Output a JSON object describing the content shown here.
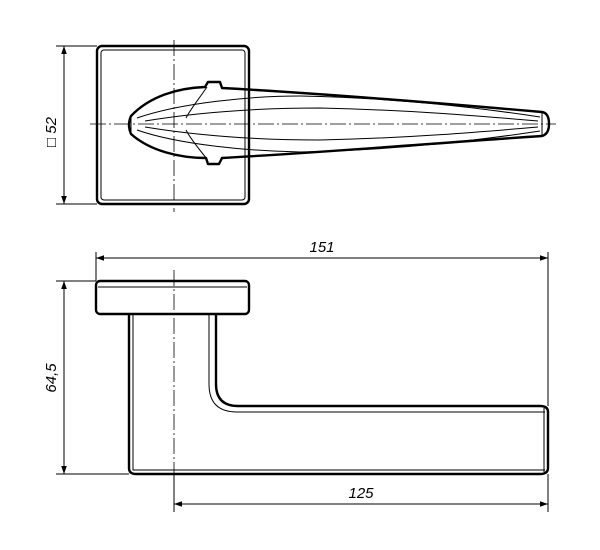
{
  "dimensions": {
    "rose_square": "□ 52",
    "overall_length": "151",
    "height": "64,5",
    "lever_length": "125"
  }
}
